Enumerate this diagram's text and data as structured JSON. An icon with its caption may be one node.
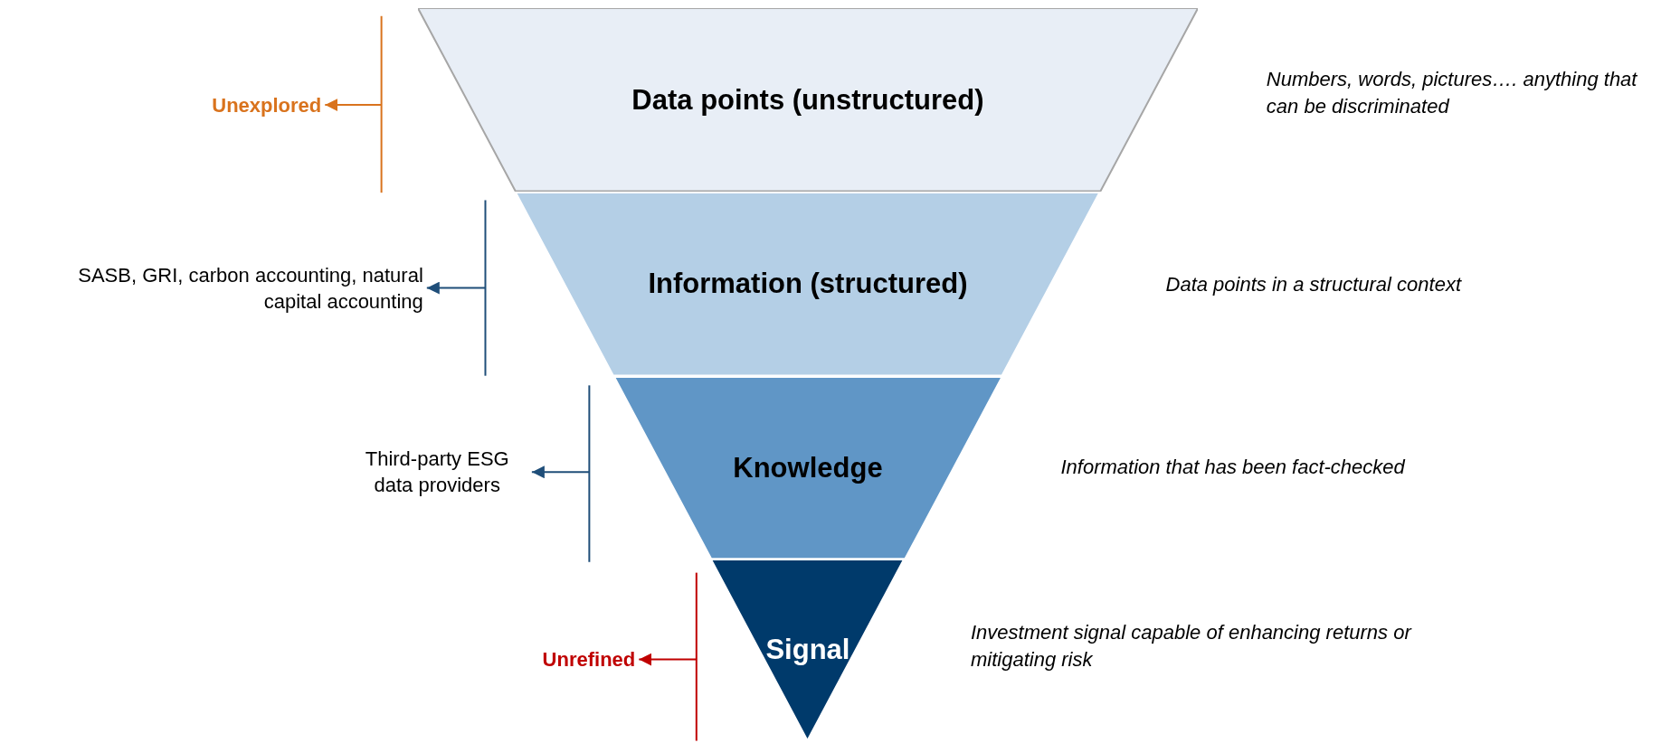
{
  "diagram": {
    "nodes": [
      {
        "text": [
          "Data points (unstructured)"
        ],
        "beside": [
          "Numbers, words, pictures…. anything that can be discriminated"
        ]
      },
      {
        "text": [
          "Information (structured)"
        ],
        "beside": [
          "Data points in a structural context"
        ]
      },
      {
        "text": [
          "Knowledge"
        ],
        "beside": [
          "Information that has been fact-checked"
        ]
      },
      {
        "text": [
          "Signal"
        ],
        "beside": [
          "Investment signal capable of enhancing returns or mitigating risk"
        ]
      },
      {
        "text": [
          "Unexplored"
        ]
      },
      {
        "text": [
          "SASB, GRI, carbon accounting, natural capital accounting"
        ]
      },
      {
        "text": [
          "Third-party ESG data providers"
        ]
      },
      {
        "text": [
          "Unrefined"
        ]
      }
    ],
    "edges": [
      {
        "from": null,
        "to": 4,
        "arrow": "to",
        "color": "#d9731d"
      },
      {
        "from": null,
        "to": 5,
        "arrow": "to",
        "color": "#1f4e79"
      },
      {
        "from": null,
        "to": 6,
        "arrow": "to",
        "color": "#1f4e79"
      },
      {
        "from": null,
        "to": 7,
        "arrow": "to",
        "color": "#c00000"
      }
    ]
  }
}
